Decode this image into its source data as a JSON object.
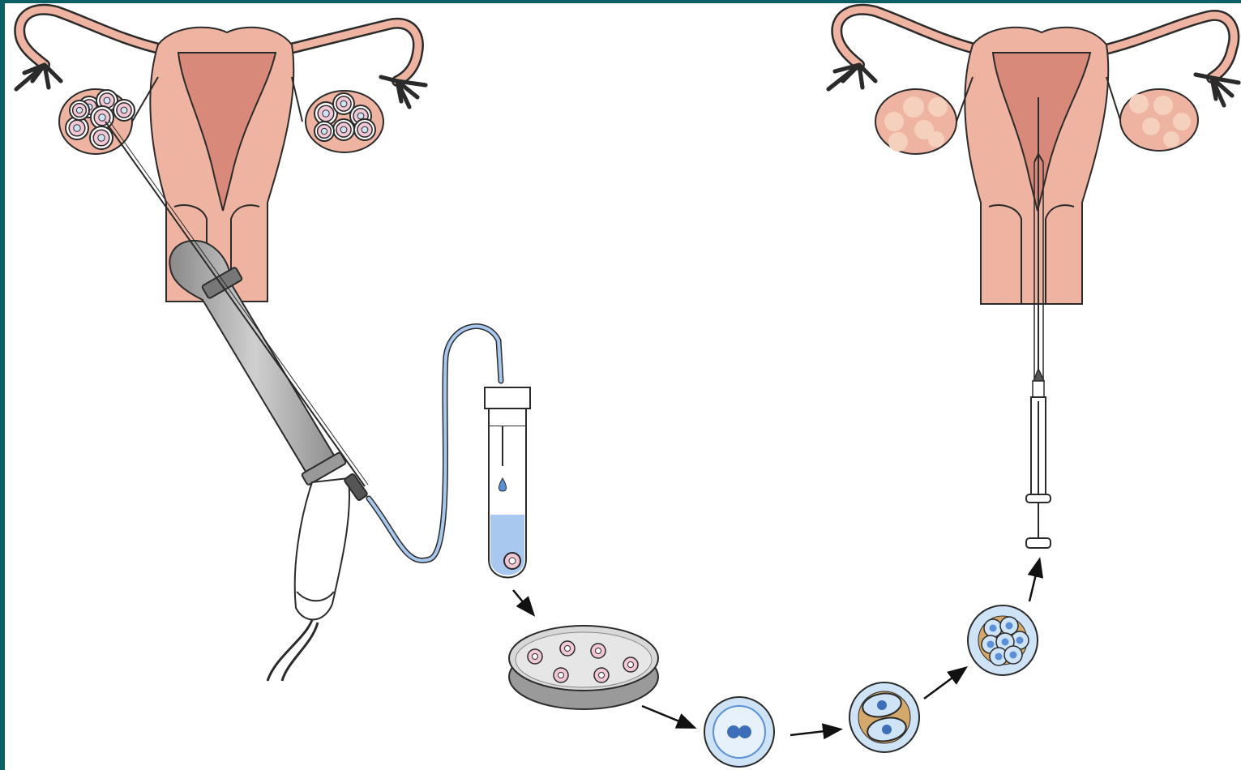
{
  "colors": {
    "frame": "#0d5f66",
    "background": "#ffffff",
    "tissue": "#efb3a2",
    "tissue_dark": "#d9897a",
    "outline": "#2b2b2b",
    "probe": "#a9a9a9",
    "fluid": "#a8c8f0",
    "cell": "#cfe3f7",
    "cell_nucleus": "#5b8fd6",
    "oocyte": "#f3c8d6",
    "follicle_tissue": "#f5d0bd",
    "granulosa": "#d4a86a"
  },
  "panels": [
    {
      "id": "retrieval",
      "icons": [
        "uterus-icon",
        "ovary-follicles-icon",
        "ultrasound-probe-icon",
        "aspiration-needle-icon",
        "tubing-icon",
        "collection-tube-icon"
      ]
    },
    {
      "id": "culture",
      "icons": [
        "petri-dish-icon",
        "zygote-icon",
        "two-cell-embryo-icon",
        "morula-icon"
      ]
    },
    {
      "id": "transfer",
      "icons": [
        "uterus-icon",
        "catheter-icon",
        "syringe-icon"
      ]
    }
  ],
  "sequence_arrows": 5
}
